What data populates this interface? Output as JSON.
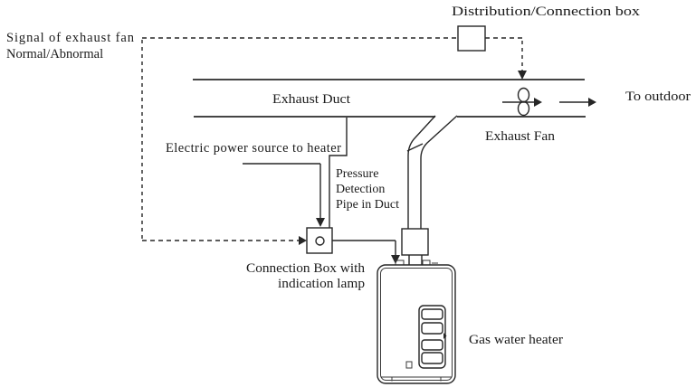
{
  "page": {
    "background_color": "#ffffff",
    "ink_color": "#262626",
    "text_color": "#1b1b1b"
  },
  "diagram": {
    "labels": {
      "signal_line1": "Signal of exhaust fan",
      "signal_line2": "Normal/Abnormal",
      "distribution_box": "Distribution/Connection box",
      "exhaust_duct": "Exhaust Duct",
      "to_outdoor": "To outdoor",
      "exhaust_fan": "Exhaust Fan",
      "electric_power": "Electric power source to heater",
      "pressure_pipe_line1": "Pressure",
      "pressure_pipe_line2": "Detection",
      "pressure_pipe_line3": "Pipe in Duct",
      "connection_box_line1": "Connection Box with",
      "connection_box_line2": "indication lamp",
      "gas_water_heater": "Gas water heater"
    }
  }
}
